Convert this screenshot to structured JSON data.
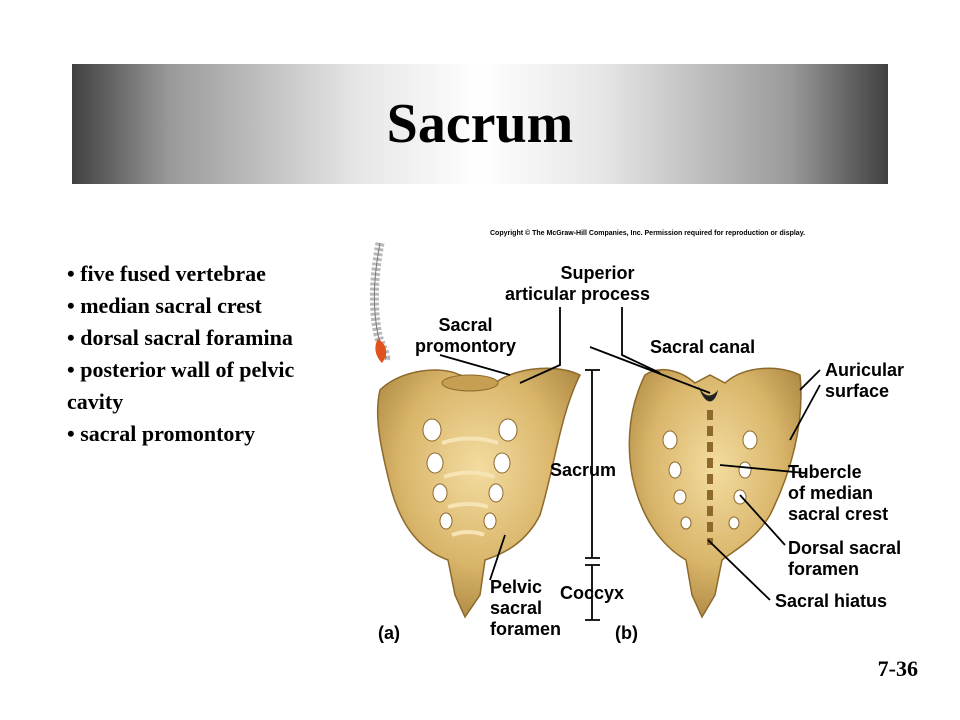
{
  "title": "Sacrum",
  "bullets": [
    "• five fused vertebrae",
    "• median sacral crest",
    "• dorsal sacral foramina",
    "• posterior wall of pelvic cavity",
    "• sacral promontory"
  ],
  "figure": {
    "copyright": "Copyright © The McGraw-Hill Companies, Inc. Permission required for reproduction or display.",
    "labels": {
      "superior_line1": "Superior",
      "superior_line2": "articular process",
      "sacral_line1": "Sacral",
      "sacral_line2": "promontory",
      "sacral_canal": "Sacral canal",
      "auricular_line1": "Auricular",
      "auricular_line2": "surface",
      "sacrum": "Sacrum",
      "tubercle_line1": "Tubercle",
      "tubercle_line2": "of median",
      "tubercle_line3": "sacral crest",
      "dorsal_line1": "Dorsal sacral",
      "dorsal_line2": "foramen",
      "pelvic_line1": "Pelvic",
      "pelvic_line2": "sacral",
      "pelvic_line3": "foramen",
      "coccyx": "Coccyx",
      "sacral_hiatus": "Sacral hiatus",
      "panel_a": "(a)",
      "panel_b": "(b)"
    },
    "bone_color": "#d9b56a",
    "bone_shadow": "#a9843f",
    "coccyx_highlight": "#e0531e"
  },
  "slide_number": "7-36"
}
